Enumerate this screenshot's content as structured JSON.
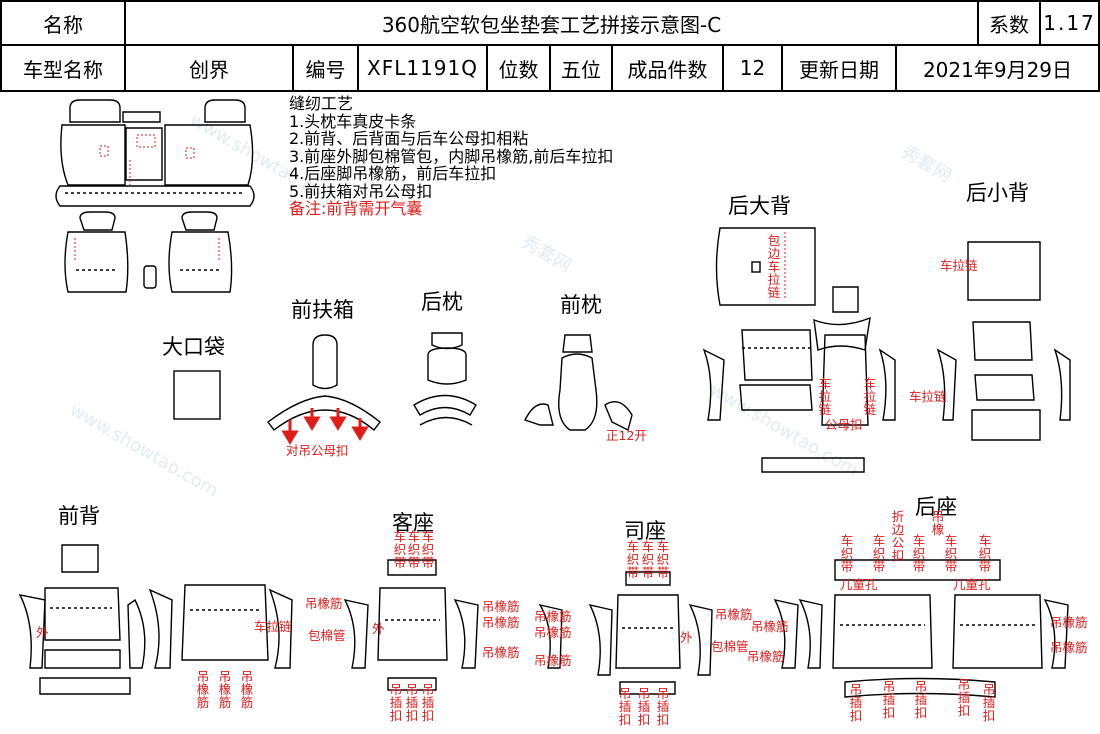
{
  "header": {
    "name_label": "名称",
    "title": "360航空软包坐垫套工艺拼接示意图-C",
    "coef_label": "系数",
    "coef_value": "1.17",
    "model_label": "车型名称",
    "model_value": "创界",
    "code_label": "编号",
    "code_value": "XFL1191Q",
    "seats_label": "位数",
    "seats_value": "五位",
    "pieces_label": "成品件数",
    "pieces_value": "12",
    "date_label": "更新日期",
    "date_value": "2021年9月29日"
  },
  "process": {
    "heading": "缝纫工艺",
    "steps": [
      "1.头枕车真皮卡条",
      "2.前背、后背面与后车公母扣相粘",
      "3.前座外脚包棉管包，内脚吊橡筋,前后车拉扣",
      "4.后座脚吊橡筋，前后车拉扣",
      "5.前扶箱对吊公母扣"
    ],
    "remark": "备注:前背需开气囊"
  },
  "sections": {
    "rear_big_back": "后大背",
    "rear_small_back": "后小背",
    "front_armrest": "前扶箱",
    "rear_headrest": "后枕",
    "front_headrest": "前枕",
    "big_pocket": "大口袋",
    "front_back": "前背",
    "passenger_seat": "客座",
    "driver_seat": "司座",
    "rear_seat": "后座"
  },
  "annotations": {
    "armrest_snap": "对吊公母扣",
    "headrest_slit": "正12开",
    "rear_big_wrap": "包边车拉链",
    "zipper": "车拉链",
    "snap_female": "公母扣",
    "rubber": "吊橡筋",
    "cotton_tube": "包棉管",
    "outer": "外",
    "hang_clip": "吊插扣",
    "weave_belt": "车织带",
    "child_hole": "儿童孔",
    "fold_edge": "折边公扣",
    "hang_rubber_short": "吊橡"
  },
  "watermark": {
    "cn": "秀套网",
    "en": "www.showtao.com"
  },
  "colors": {
    "line": "#000000",
    "accent": "#e21b1b"
  }
}
